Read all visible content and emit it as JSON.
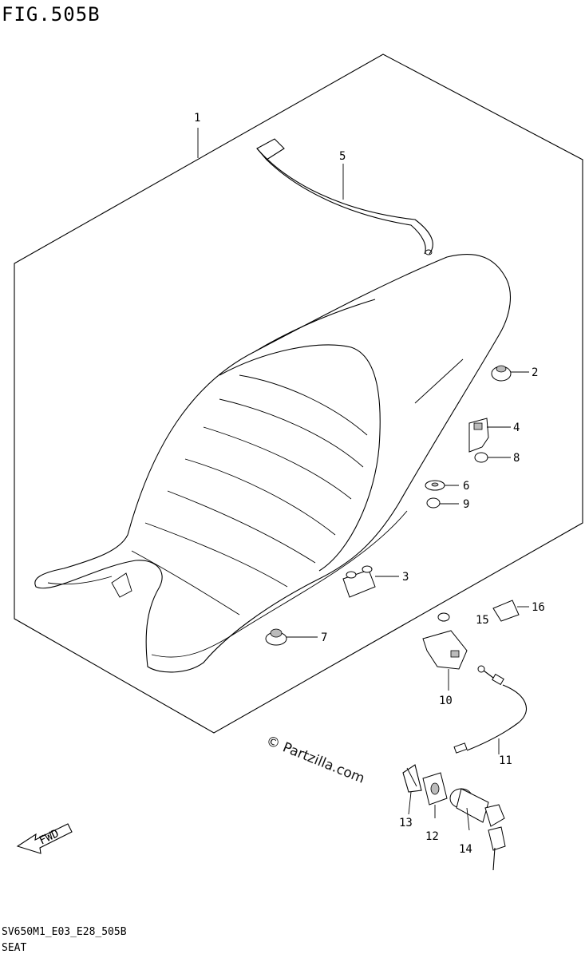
{
  "figure": {
    "title": "FIG.505B",
    "code": "SV650M1_E03_E28_505B",
    "part_name": "SEAT",
    "watermark": "© Partzilla.com",
    "fwd_label": "FWD"
  },
  "callouts": [
    {
      "id": "callout-1",
      "label": "1"
    },
    {
      "id": "callout-2",
      "label": "2"
    },
    {
      "id": "callout-3",
      "label": "3"
    },
    {
      "id": "callout-4",
      "label": "4"
    },
    {
      "id": "callout-5",
      "label": "5"
    },
    {
      "id": "callout-6",
      "label": "6"
    },
    {
      "id": "callout-7",
      "label": "7"
    },
    {
      "id": "callout-8",
      "label": "8"
    },
    {
      "id": "callout-9",
      "label": "9"
    },
    {
      "id": "callout-10",
      "label": "10"
    },
    {
      "id": "callout-11",
      "label": "11"
    },
    {
      "id": "callout-12",
      "label": "12"
    },
    {
      "id": "callout-13",
      "label": "13"
    },
    {
      "id": "callout-14",
      "label": "14"
    },
    {
      "id": "callout-15",
      "label": "15"
    },
    {
      "id": "callout-16",
      "label": "16"
    }
  ]
}
